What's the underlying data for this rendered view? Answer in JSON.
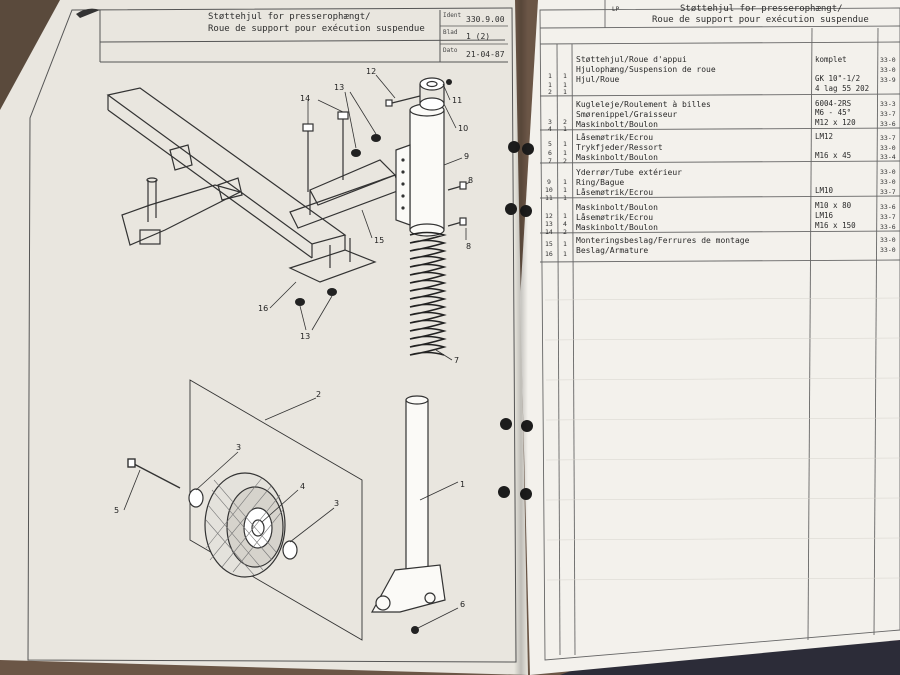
{
  "left_page": {
    "title_line1": "Støttehjul for presserophængt/",
    "title_line2": "Roue de support pour exécution suspendue",
    "doc_number": "330.9.00",
    "sheet": "1 (2)",
    "date": "21-04-87",
    "field_labels": {
      "number": "Ident",
      "sheet": "Blad",
      "date": "Dato"
    },
    "callouts": [
      "1",
      "2",
      "3",
      "3",
      "4",
      "5",
      "6",
      "7",
      "8",
      "8",
      "9",
      "10",
      "11",
      "12",
      "13",
      "13",
      "14",
      "15",
      "16"
    ]
  },
  "right_page": {
    "title_line1": "Støttehjul for presserophængt/",
    "title_line2": "Roue de support pour exécution suspendue",
    "header_code": "LP",
    "rows": [
      {
        "pos": "1",
        "qty": "1",
        "desc": "Støttehjul/Roue d'appui",
        "spec": "komplet",
        "part": "33-0"
      },
      {
        "pos": "1",
        "qty": "1",
        "desc": "Hjulophæng/Suspension de roue",
        "spec": "",
        "part": "33-0"
      },
      {
        "pos": "2",
        "qty": "1",
        "desc": "Hjul/Roue",
        "spec": "GK 10\"-1/2",
        "part": "33-9"
      },
      {
        "pos": "",
        "qty": "",
        "desc": "",
        "spec": "4 lag 55 202",
        "part": ""
      },
      {
        "pos": "3",
        "qty": "2",
        "desc": "Kugleleje/Roulement à billes",
        "spec": "6004-2RS",
        "part": "33-3"
      },
      {
        "pos": "",
        "qty": "",
        "desc": "Smørenippel/Graisseur",
        "spec": "M6 - 45°",
        "part": "33-7"
      },
      {
        "pos": "4",
        "qty": "1",
        "desc": "Maskinbolt/Boulon",
        "spec": "M12 x 120",
        "part": "33-6"
      },
      {
        "pos": "5",
        "qty": "1",
        "desc": "Låsemøtrik/Ecrou",
        "spec": "LM12",
        "part": "33-7"
      },
      {
        "pos": "6",
        "qty": "1",
        "desc": "Trykfjeder/Ressort",
        "spec": "",
        "part": "33-0"
      },
      {
        "pos": "7",
        "qty": "2",
        "desc": "Maskinbolt/Boulon",
        "spec": "M16 x 45",
        "part": "33-4"
      },
      {
        "pos": "9",
        "qty": "1",
        "desc": "Yderrør/Tube extérieur",
        "spec": "",
        "part": "33-0"
      },
      {
        "pos": "10",
        "qty": "1",
        "desc": "Ring/Bague",
        "spec": "",
        "part": "33-0"
      },
      {
        "pos": "11",
        "qty": "1",
        "desc": "Låsemøtrik/Ecrou",
        "spec": "LM10",
        "part": "33-7"
      },
      {
        "pos": "12",
        "qty": "1",
        "desc": "Maskinbolt/Boulon",
        "spec": "M10 x 80",
        "part": "33-6"
      },
      {
        "pos": "13",
        "qty": "4",
        "desc": "Låsemøtrik/Ecrou",
        "spec": "LM16",
        "part": "33-7"
      },
      {
        "pos": "14",
        "qty": "2",
        "desc": "Maskinbolt/Boulon",
        "spec": "M16 x 150",
        "part": "33-6"
      },
      {
        "pos": "15",
        "qty": "1",
        "desc": "Monteringsbeslag/Ferrures de montage",
        "spec": "",
        "part": "33-0"
      },
      {
        "pos": "16",
        "qty": "1",
        "desc": "Beslag/Armature",
        "spec": "",
        "part": "33-0"
      }
    ]
  },
  "colors": {
    "paper_left": "#e9e6df",
    "paper_right": "#f3f1ec",
    "ink": "#2a2a2a",
    "background": "#6e5a48",
    "cloth": "#8a2b3a"
  }
}
